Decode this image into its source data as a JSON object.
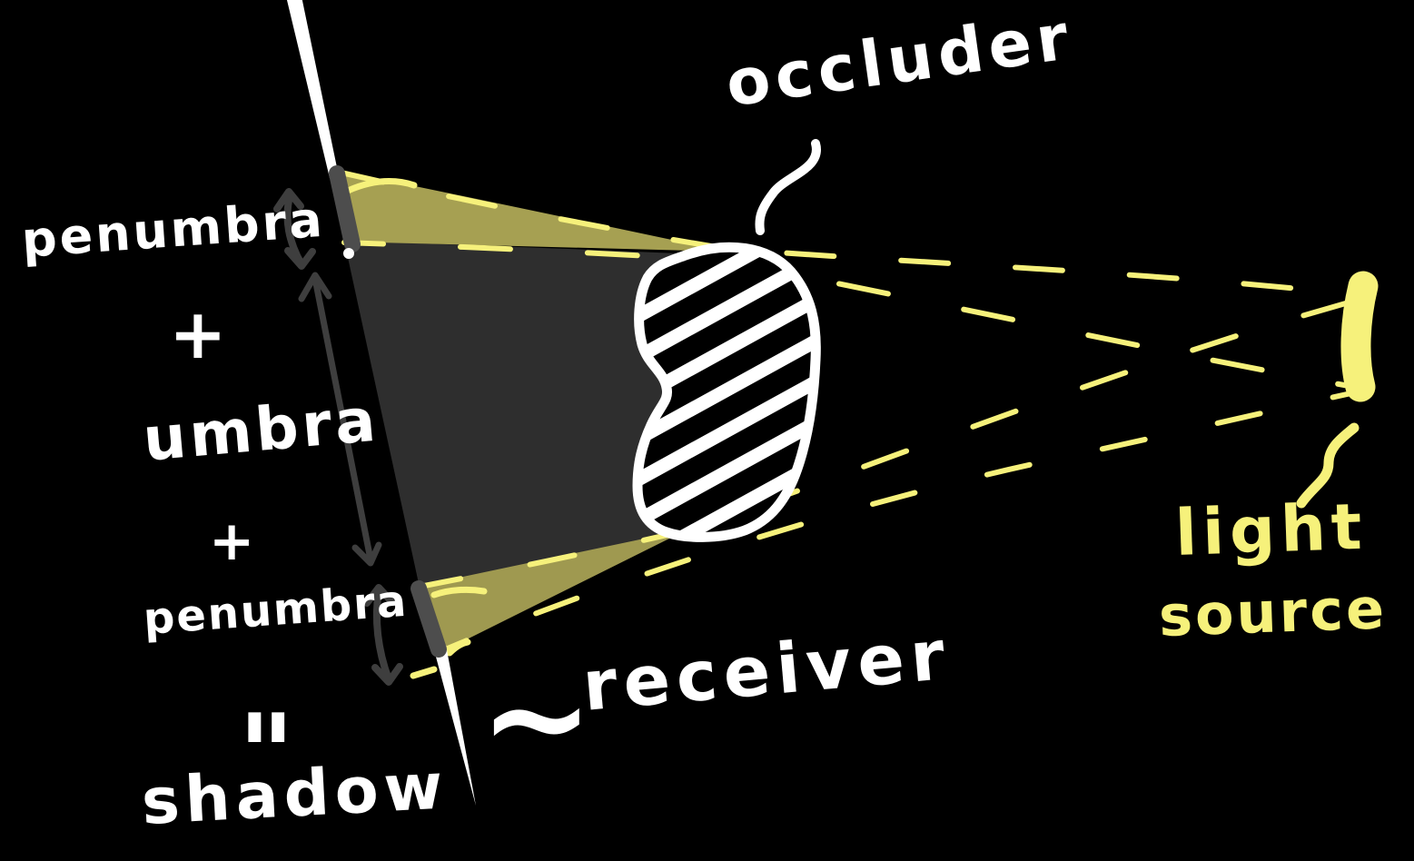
{
  "diagram": {
    "labels": {
      "occluder": "occluder",
      "receiver": "receiver",
      "receiver_tilde": "~",
      "light_line1": "light",
      "light_line2": "source",
      "penumbra_top": "penumbra",
      "plus_top": "+",
      "umbra": "umbra",
      "plus_bottom": "+",
      "penumbra_bottom": "penumbra",
      "quote_mark": "\"",
      "shadow": "shadow"
    },
    "colors": {
      "background": "#000000",
      "ink": "#ffffff",
      "umbra_fill": "#2e2e2e",
      "penumbra_fill": "#a6a052",
      "penumbra_fill_lower": "#9f9950",
      "light_yellow": "#f6f17b",
      "marker_gray": "#4d4d4d",
      "arrow_gray": "#3e3e3e"
    }
  }
}
